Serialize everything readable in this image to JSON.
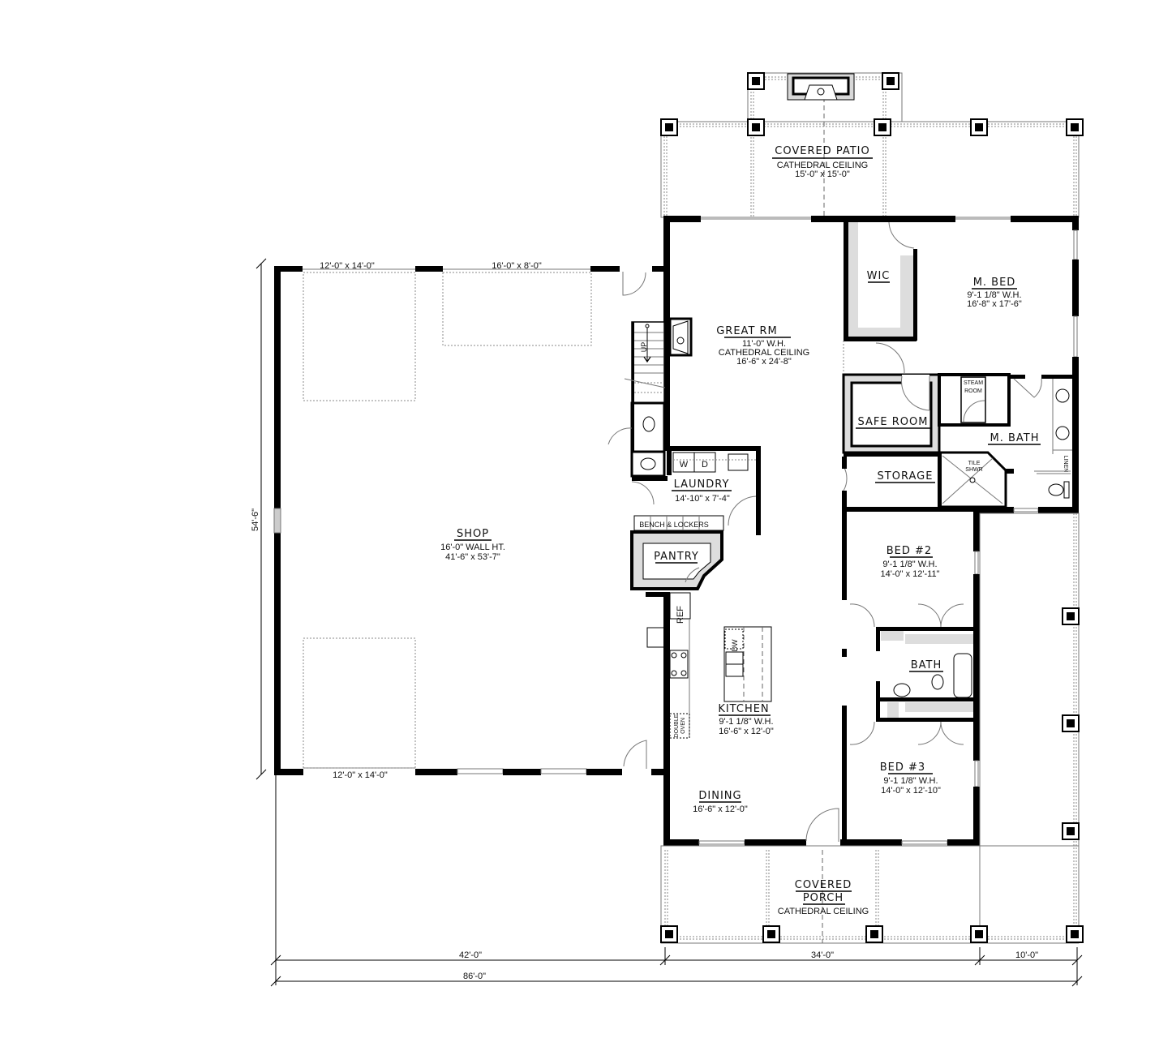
{
  "plan": {
    "rooms": {
      "covered_patio": {
        "title": "COVERED PATIO",
        "lines": [
          "CATHEDRAL CEILING",
          "15'-0\" x 15'-0\""
        ]
      },
      "great_rm": {
        "title": "GREAT RM",
        "lines": [
          "11'-0\" W.H.",
          "CATHEDRAL CEILING",
          "16'-6\" x 24'-8\""
        ]
      },
      "wic": {
        "title": "WIC"
      },
      "m_bed": {
        "title": "M. BED",
        "lines": [
          "9'-1 1/8\" W.H.",
          "16'-8\" x 17'-6\""
        ]
      },
      "safe_room": {
        "title": "SAFE ROOM"
      },
      "steam_room": {
        "lines": [
          "STEAM",
          "ROOM"
        ]
      },
      "m_bath": {
        "title": "M. BATH"
      },
      "tile_shwr": {
        "lines": [
          "TILE",
          "SHWR"
        ]
      },
      "linen": {
        "label": "LINEN"
      },
      "storage": {
        "title": "STORAGE"
      },
      "laundry": {
        "title": "LAUNDRY",
        "lines": [
          "14'-10\" x 7'-4\""
        ],
        "washer": "W",
        "dryer": "D"
      },
      "bench": {
        "label": "BENCH & LOCKERS"
      },
      "pantry": {
        "title": "PANTRY"
      },
      "shop": {
        "title": "SHOP",
        "lines": [
          "16'-0\" WALL HT.",
          "41'-6\" x 53'-7\""
        ]
      },
      "kitchen": {
        "title": "KITCHEN",
        "lines": [
          "9'-1 1/8\" W.H.",
          "16'-6\" x 12'-0\""
        ],
        "ref": "REF",
        "dw": "DW",
        "oven": [
          "DOUBLE",
          "OVEN"
        ]
      },
      "dining": {
        "title": "DINING",
        "lines": [
          "16'-6\" x 12'-0\""
        ]
      },
      "bed2": {
        "title": "BED #2",
        "lines": [
          "9'-1 1/8\" W.H.",
          "14'-0\" x 12'-11\""
        ]
      },
      "bath": {
        "title": "BATH"
      },
      "bed3": {
        "title": "BED #3",
        "lines": [
          "9'-1 1/8\" W.H.",
          "14'-0\" x 12'-10\""
        ]
      },
      "covered_porch": {
        "title_lines": [
          "COVERED",
          "PORCH"
        ],
        "lines": [
          "CATHEDRAL CEILING"
        ]
      }
    },
    "stairs": {
      "label": "UP"
    },
    "garage_doors": {
      "top_left": "12'-0\" x 14'-0\"",
      "top_right": "16'-0\" x 8'-0\"",
      "bottom_left": "12'-0\" x 14'-0\""
    },
    "dimensions": {
      "shop_height": "54'-6\"",
      "shop_width": "42'-0\"",
      "house_width": "34'-0\"",
      "porch_width": "10'-0\"",
      "overall_width": "86'-0\""
    }
  }
}
